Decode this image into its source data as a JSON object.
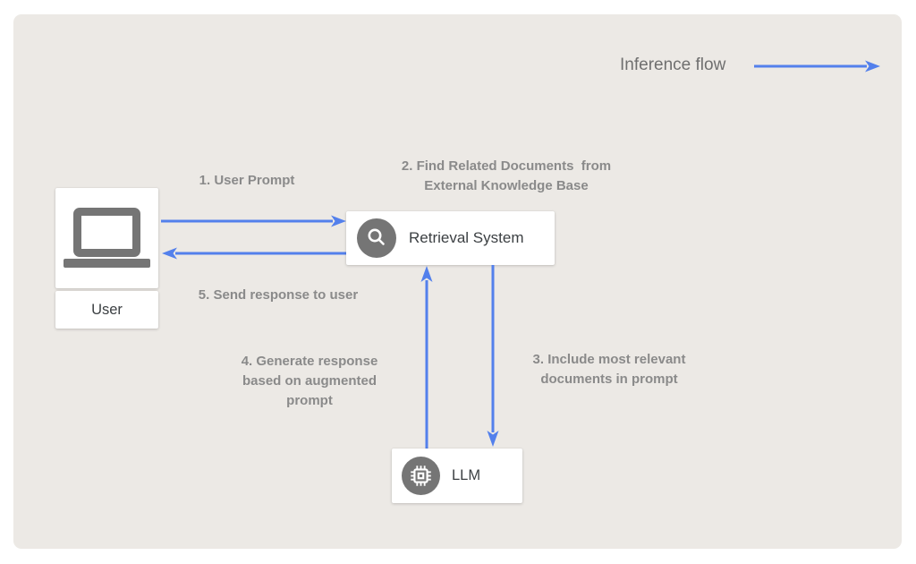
{
  "colors": {
    "page_bg": "#ffffff",
    "panel_bg": "#ece9e5",
    "arrow": "#5380ec",
    "step_label": "#8a8a8a",
    "legend_text": "#6f6f6f",
    "node_text": "#3c4043",
    "icon_gray": "#757575",
    "node_bg": "#ffffff"
  },
  "legend": {
    "label": "Inference flow"
  },
  "nodes": {
    "user": {
      "label": "User",
      "icon": "laptop-icon"
    },
    "retrieval": {
      "label": "Retrieval System",
      "icon": "search-icon"
    },
    "llm": {
      "label": "LLM",
      "icon": "chip-icon"
    }
  },
  "steps": [
    {
      "id": 1,
      "label": "1. User Prompt"
    },
    {
      "id": 2,
      "label": "2. Find Related Documents  from\nExternal Knowledge Base"
    },
    {
      "id": 3,
      "label": "3. Include most relevant\ndocuments in prompt"
    },
    {
      "id": 4,
      "label": "4. Generate response\nbased on augmented\nprompt"
    },
    {
      "id": 5,
      "label": "5. Send response to user"
    }
  ]
}
